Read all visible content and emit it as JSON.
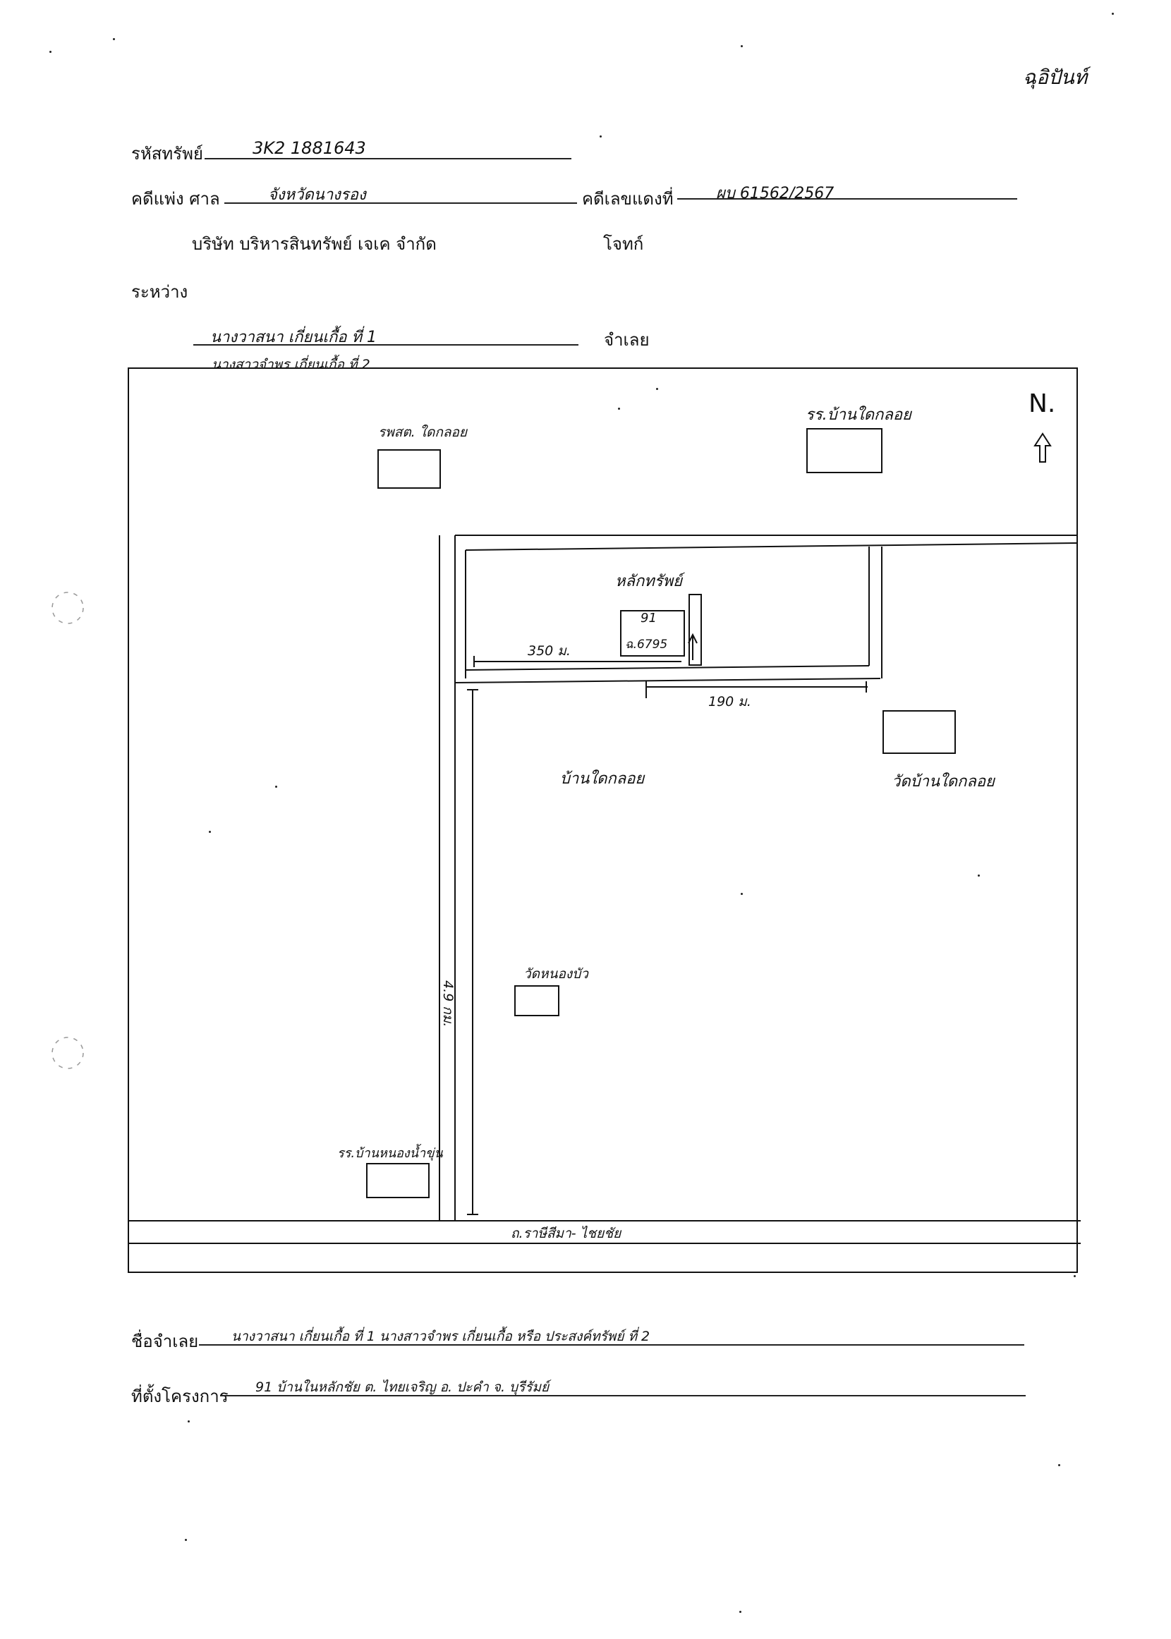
{
  "corner_note": "ฉุอิปันท์",
  "header": {
    "asset_code_label": "รหัสทรัพย์",
    "asset_code_value": "3K2  1881643",
    "court_case_label": "คดีแพ่ง ศาล",
    "court_value": "จังหวัดนางรอง",
    "red_case_label": "คดีเลขแดงที่",
    "red_case_value": "ผบ 61562/2567",
    "plaintiff_name": "บริษัท บริหารสินทรัพย์ เจเค จำกัด",
    "plaintiff_label": "โจทก์",
    "between_label": "ระหว่าง",
    "defendant_1": "นางวาสนา  เกี่ยนเกื้อ  ที่ 1",
    "defendant_label": "จำเลย",
    "defendant_2": "นางสาวจำพร  เกี่ยนเกื้อ  ที่ 2"
  },
  "map": {
    "north_label": "N.",
    "labels": {
      "tambon_office": "รพสต. ใดกลอย",
      "school_top": "รร.บ้านใดกลอย",
      "asset": "หลักทรัพย์",
      "asset_box_line1": "91",
      "asset_box_line2": "ฉ.6795",
      "dist_350": "350 ม.",
      "dist_190": "190 ม.",
      "village": "บ้านใดกลอย",
      "temple_top": "วัดบ้านใดกลอย",
      "dist_4_9": "4.9 กม.",
      "temple_nongbua": "วัดหนองบัว",
      "school_bottom": "รร.บ้านหนองน้ำขุ่น",
      "main_road": "ถ.ราษีสีมา- ไชยชัย"
    }
  },
  "footer": {
    "defendant_name_label": "ชื่อจำเลย",
    "defendant_name_value": "นางวาสนา   เกี่ยนเกื้อ  ที่ 1   นางสาวจำพร   เกี่ยนเกื้อ หรือ ประสงค์ทรัพย์   ที่ 2",
    "project_location_label": "ที่ตั้งโครงการ",
    "project_location_value": "91   บ้านในหลักชัย   ต. ไทยเจริญ   อ. ปะคำ      จ. บุรีรัมย์"
  }
}
